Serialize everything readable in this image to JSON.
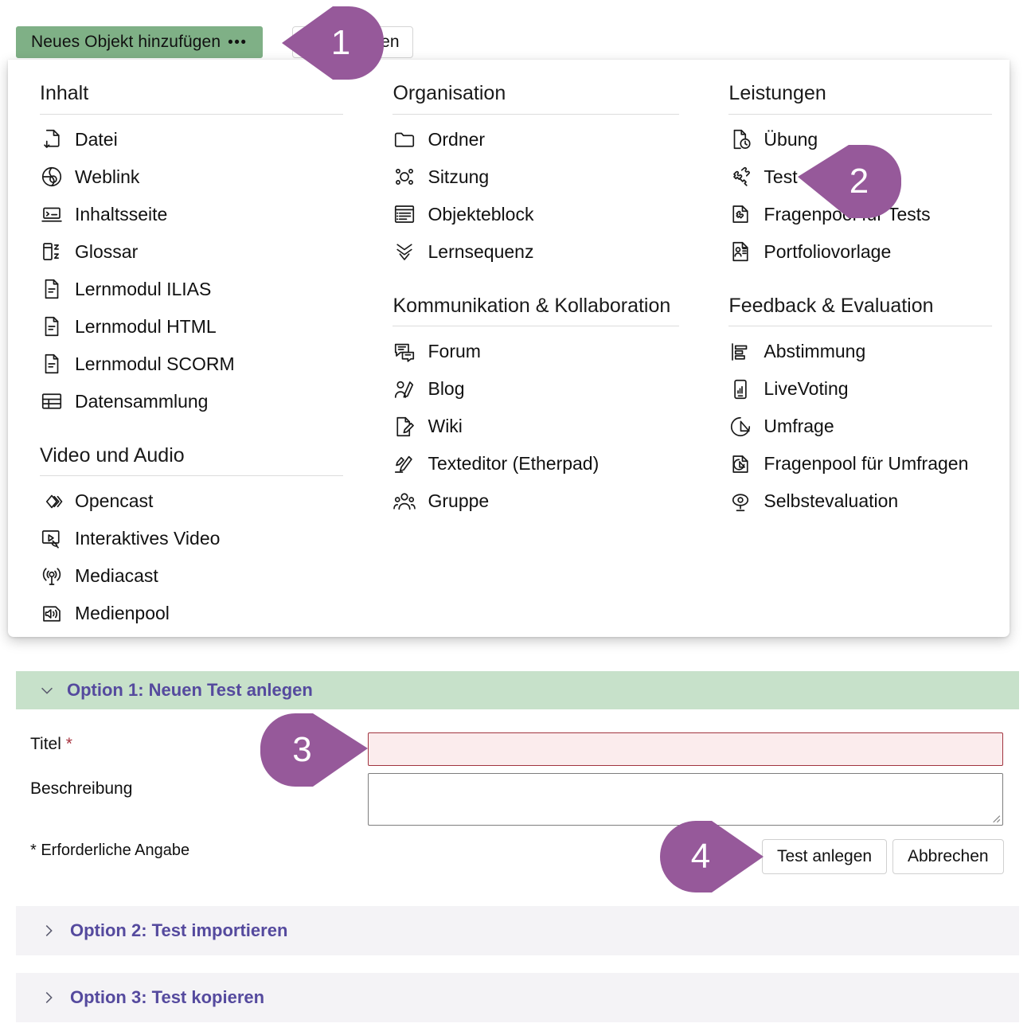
{
  "toolbar": {
    "add_object_label": "Neues Objekt hinzufügen",
    "add_object_dots": "•••",
    "manage_label": "alten"
  },
  "dropdown": {
    "columns": [
      {
        "groups": [
          {
            "title": "Inhalt",
            "items": [
              {
                "label": "Datei",
                "icon": "file-download-icon"
              },
              {
                "label": "Weblink",
                "icon": "globe-link-icon"
              },
              {
                "label": "Inhaltsseite",
                "icon": "content-page-icon"
              },
              {
                "label": "Glossar",
                "icon": "glossary-az-icon"
              },
              {
                "label": "Lernmodul ILIAS",
                "icon": "learning-module-icon"
              },
              {
                "label": "Lernmodul HTML",
                "icon": "learning-module-icon"
              },
              {
                "label": "Lernmodul SCORM",
                "icon": "learning-module-icon"
              },
              {
                "label": "Datensammlung",
                "icon": "table-grid-icon"
              }
            ]
          },
          {
            "title": "Video und Audio",
            "items": [
              {
                "label": "Opencast",
                "icon": "opencast-diamond-icon"
              },
              {
                "label": "Interaktives Video",
                "icon": "interactive-video-icon"
              },
              {
                "label": "Mediacast",
                "icon": "broadcast-antenna-icon"
              },
              {
                "label": "Medienpool",
                "icon": "speaker-sound-icon"
              }
            ]
          }
        ]
      },
      {
        "groups": [
          {
            "title": "Organisation",
            "items": [
              {
                "label": "Ordner",
                "icon": "folder-icon"
              },
              {
                "label": "Sitzung",
                "icon": "session-nodes-icon"
              },
              {
                "label": "Objekteblock",
                "icon": "object-block-list-icon"
              },
              {
                "label": "Lernsequenz",
                "icon": "learning-sequence-chevron-icon"
              }
            ]
          },
          {
            "title": "Kommunikation & Kollaboration",
            "items": [
              {
                "label": "Forum",
                "icon": "forum-chat-icon"
              },
              {
                "label": "Blog",
                "icon": "blog-person-pen-icon"
              },
              {
                "label": "Wiki",
                "icon": "wiki-page-pen-icon"
              },
              {
                "label": "Texteditor (Etherpad)",
                "icon": "etherpad-pen-icon"
              },
              {
                "label": "Gruppe",
                "icon": "group-people-icon"
              }
            ]
          }
        ]
      },
      {
        "groups": [
          {
            "title": "Leistungen",
            "items": [
              {
                "label": "Übung",
                "icon": "exercise-clock-icon"
              },
              {
                "label": "Test",
                "icon": "test-puzzle-icon"
              },
              {
                "label": "Fragenpool für Tests",
                "icon": "question-pool-test-icon"
              },
              {
                "label": "Portfoliovorlage",
                "icon": "portfolio-template-icon"
              }
            ]
          },
          {
            "title": "Feedback & Evaluation",
            "items": [
              {
                "label": "Abstimmung",
                "icon": "poll-bars-icon"
              },
              {
                "label": "LiveVoting",
                "icon": "livevoting-phone-icon"
              },
              {
                "label": "Umfrage",
                "icon": "survey-pie-icon"
              },
              {
                "label": "Fragenpool für Umfragen",
                "icon": "question-pool-survey-icon"
              },
              {
                "label": "Selbstevaluation",
                "icon": "self-evaluation-eye-icon"
              }
            ]
          }
        ]
      }
    ]
  },
  "form": {
    "option1_title": "Option 1: Neuen Test anlegen",
    "title_label": "Titel",
    "title_required_mark": "*",
    "title_value": "",
    "description_label": "Beschreibung",
    "description_value": "",
    "required_hint": "* Erforderliche Angabe",
    "create_button": "Test anlegen",
    "cancel_button": "Abbrechen",
    "option2_title": "Option 2: Test importieren",
    "option3_title": "Option 3: Test kopieren"
  },
  "markers": [
    {
      "number": "1"
    },
    {
      "number": "2"
    },
    {
      "number": "3"
    },
    {
      "number": "4"
    }
  ],
  "colors": {
    "accent_green": "#7fb086",
    "panel_green": "#c7e1ca",
    "marker_purple": "#96599a",
    "link_purple": "#554a9e",
    "error_border": "#a1343f",
    "error_bg": "#fbeced",
    "collapsed_bg": "#f4f3f6"
  }
}
